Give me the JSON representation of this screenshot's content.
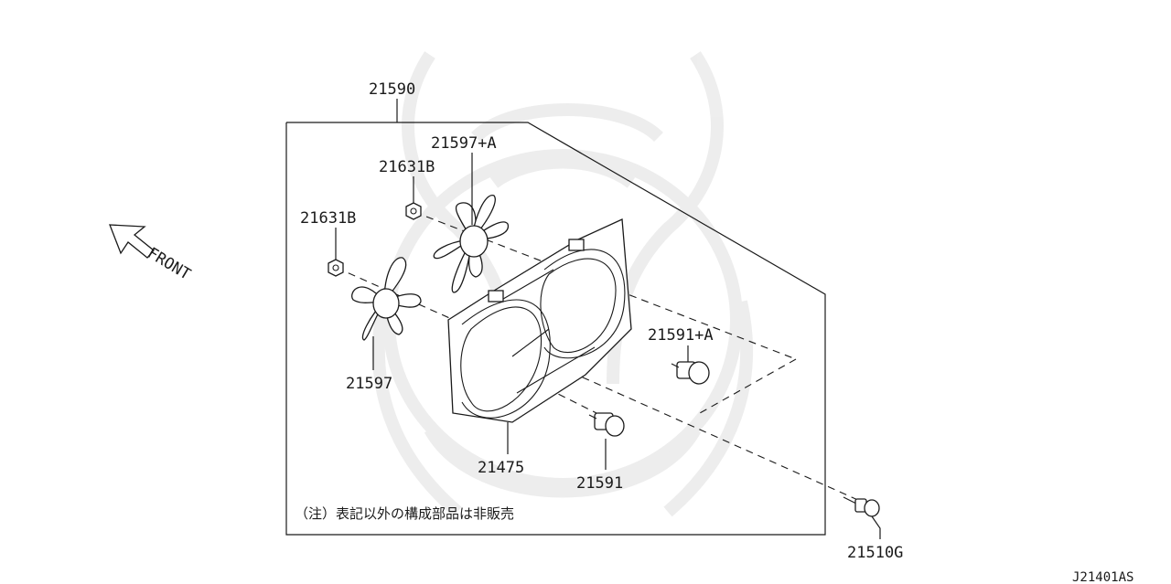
{
  "labels": {
    "assembly": "21590",
    "fan_a": "21597+A",
    "nut_upper": "21631B",
    "nut_left": "21631B",
    "fan": "21597",
    "shroud": "21475",
    "motor_a": "21591+A",
    "motor": "21591",
    "bolt": "21510G"
  },
  "front_label": "FRONT",
  "note": "（注）表記以外の構成部品は非販売",
  "reference_code": "J21401AS",
  "colors": {
    "line": "#1a1a1a",
    "watermark": "#ececec",
    "background": "#ffffff"
  }
}
